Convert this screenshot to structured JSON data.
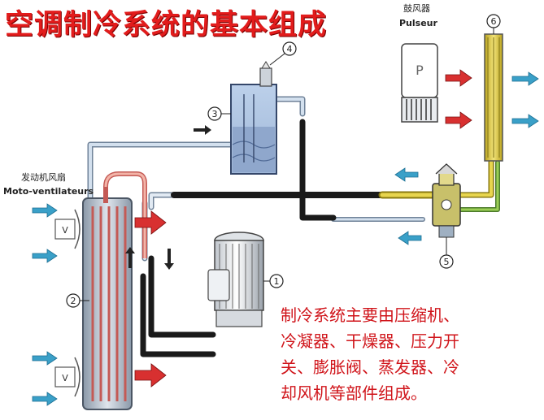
{
  "title": "空调制冷系统的基本组成",
  "labels": {
    "pulseur_cn": "鼓风器",
    "pulseur_fr": "Pulseur",
    "moto_cn": "发动机风扇",
    "moto_fr": "Moto-ventilateurs"
  },
  "callouts": [
    "1",
    "2",
    "3",
    "4",
    "5",
    "6"
  ],
  "fan_letter": "V",
  "description": [
    "制冷系统主要由压缩机、",
    "冷凝器、干燥器、压力开",
    "关、膨胀阀、蒸发器、冷",
    "却风机等部件组成。"
  ],
  "colors": {
    "title": "#e21c1c",
    "description": "#d0141a",
    "low_pressure_line": "#1a1a1a",
    "high_pressure_line": "#c8d6e6",
    "hot_arrow": "#d83030",
    "cool_arrow": "#3aa0c8",
    "evaporator": "#e7d34a"
  }
}
